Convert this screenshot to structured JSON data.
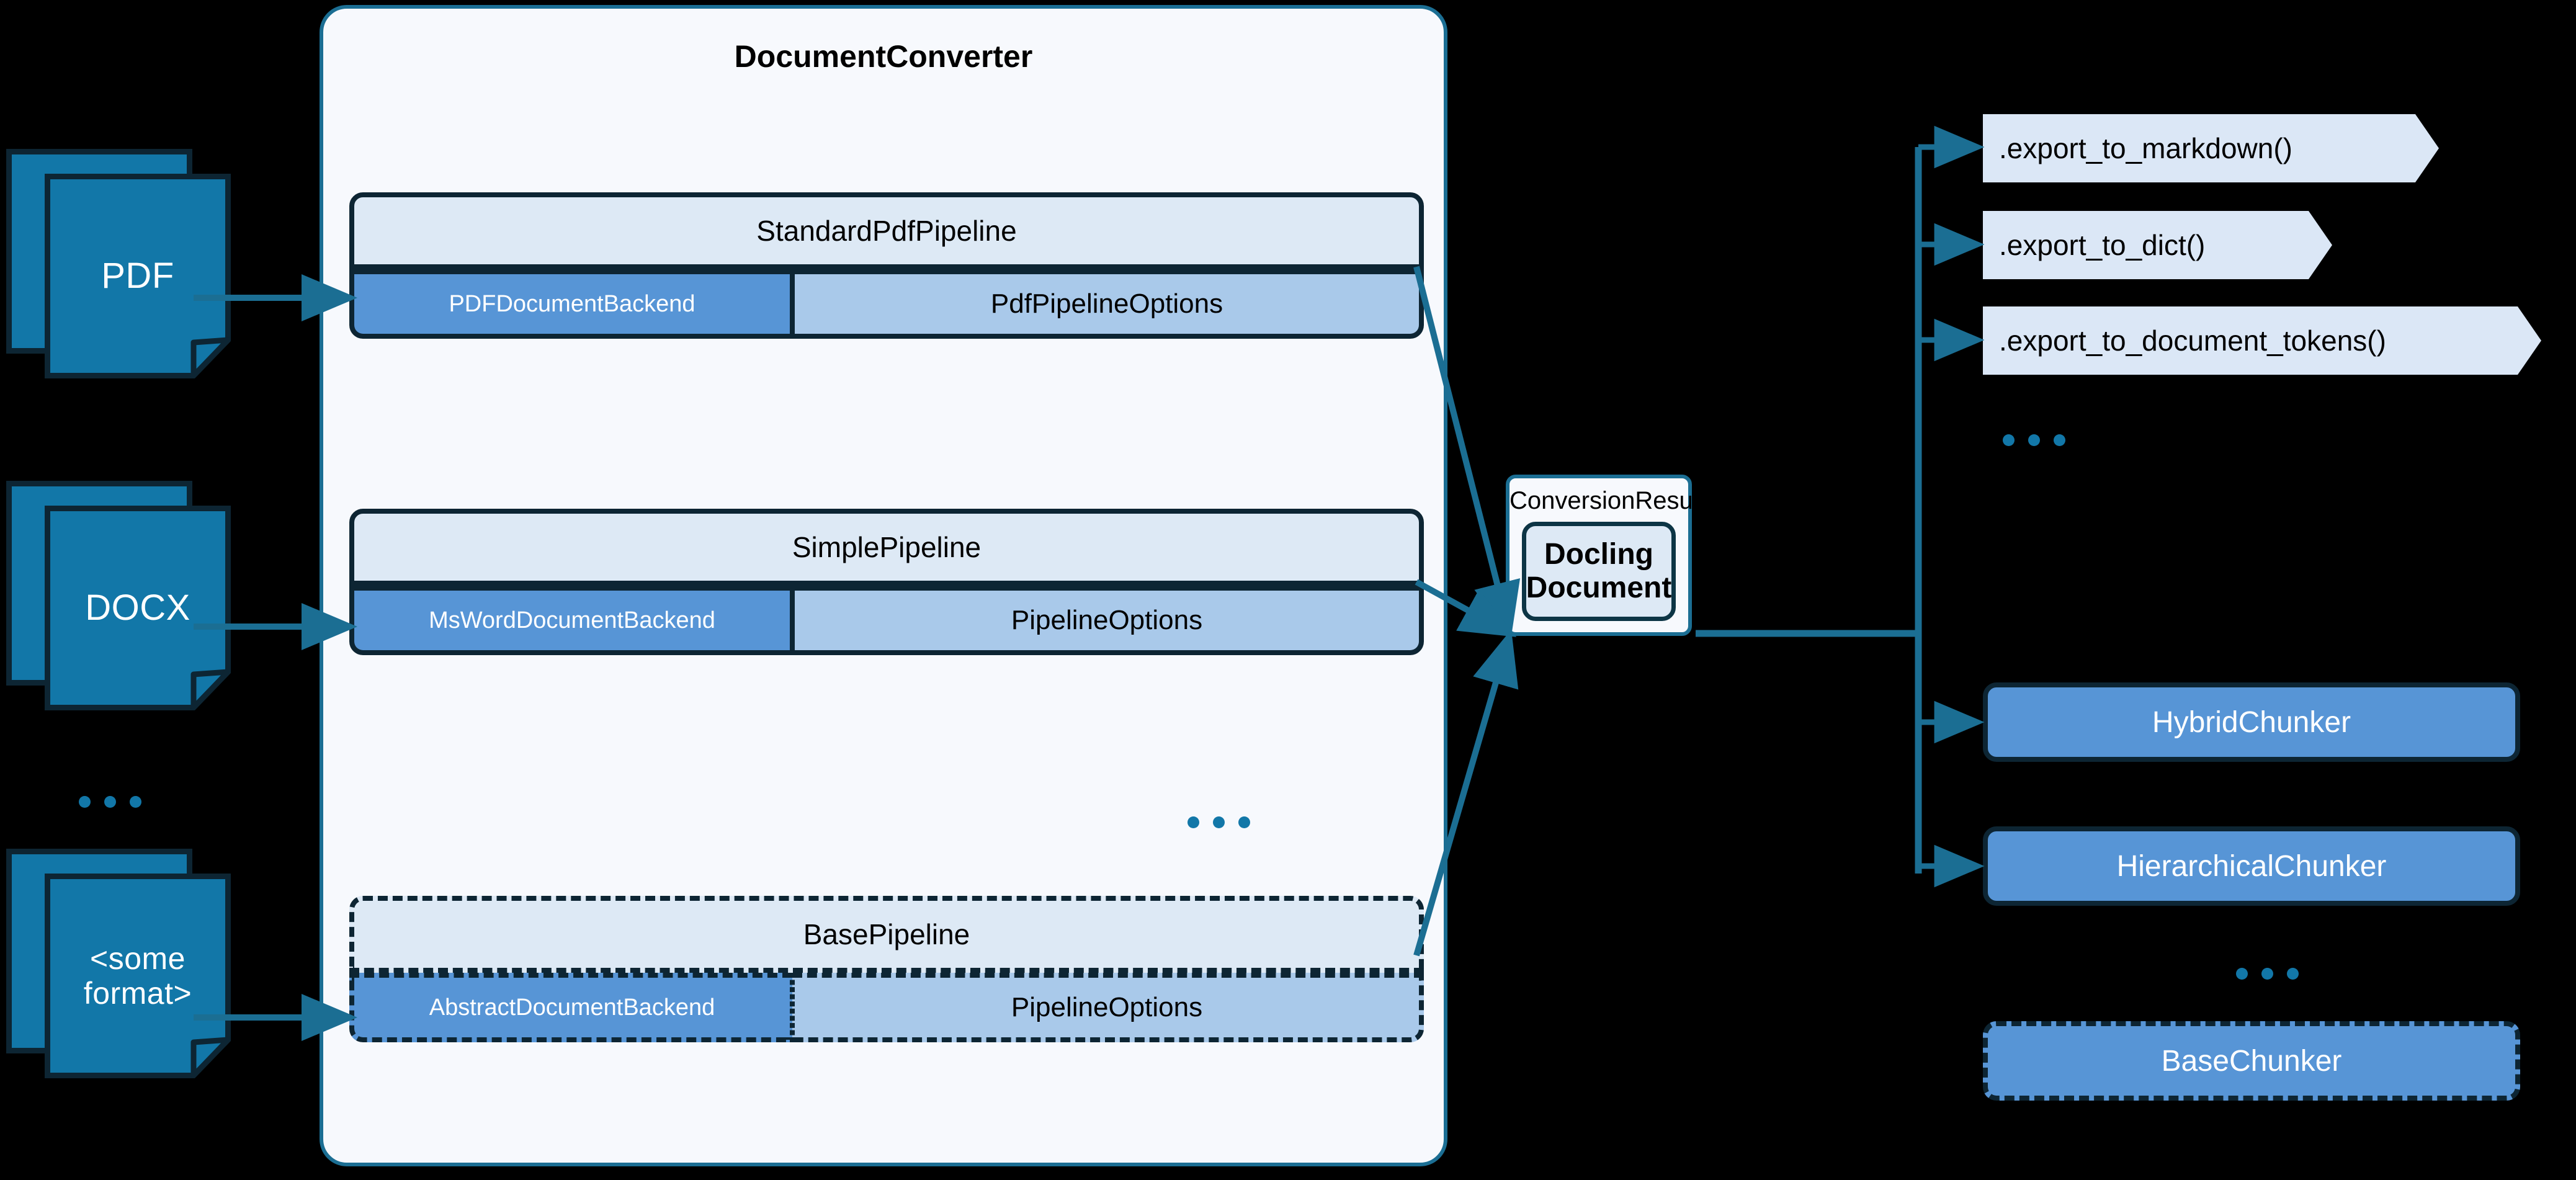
{
  "colors": {
    "background": "#000000",
    "accent_teal": "#1b6e93",
    "doc_icon_fill": "#1277a8",
    "doc_icon_border": "#0d2533",
    "pipeline_top_fill": "#dde9f5",
    "backend_fill": "#5795d6",
    "options_fill": "#a9c9ea",
    "container_fill": "#f7f9fd",
    "export_fill": "#dbe7f6",
    "border_dark": "#0d2533"
  },
  "inputs": {
    "documents": [
      {
        "label": "PDF",
        "name": "pdf-document-icon"
      },
      {
        "label": "DOCX",
        "name": "docx-document-icon"
      },
      {
        "label": "<some\nformat>",
        "label_line1": "<some",
        "label_line2": "format>",
        "name": "some-format-document-icon"
      }
    ],
    "ellipsis": "..."
  },
  "converter": {
    "title": "DocumentConverter",
    "ellipsis": "...",
    "pipelines": [
      {
        "name": "StandardPdfPipeline",
        "backend": "PDFDocumentBackend",
        "options": "PdfPipelineOptions",
        "dashed": false
      },
      {
        "name": "SimplePipeline",
        "backend": "MsWordDocumentBackend",
        "options": "PipelineOptions",
        "dashed": false
      },
      {
        "name": "BasePipeline",
        "backend": "AbstractDocumentBackend",
        "options": "PipelineOptions",
        "dashed": true
      }
    ]
  },
  "result": {
    "label": "ConversionResult",
    "document_line1": "Docling",
    "document_line2": "Document"
  },
  "exports": {
    "methods": [
      {
        "label": ".export_to_markdown()"
      },
      {
        "label": ".export_to_dict()"
      },
      {
        "label": ".export_to_document_tokens()"
      }
    ],
    "ellipsis": "..."
  },
  "chunkers": {
    "items": [
      {
        "label": "HybridChunker",
        "dashed": false
      },
      {
        "label": "HierarchicalChunker",
        "dashed": false
      },
      {
        "label": "BaseChunker",
        "dashed": true
      }
    ],
    "ellipsis": "..."
  }
}
